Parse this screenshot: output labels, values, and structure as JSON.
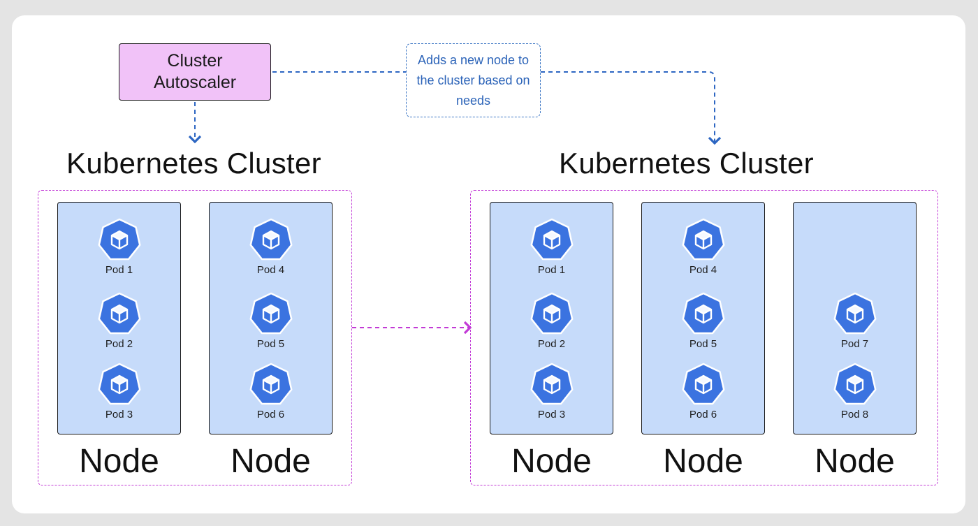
{
  "autoscaler": {
    "label": "Cluster Autoscaler"
  },
  "note": {
    "text": "Adds a new node to the cluster based on needs"
  },
  "colors": {
    "autoscaler_fill": "#f1c2f8",
    "node_fill": "#c6dbfa",
    "pod_hex": "#3b73e0",
    "blue_arrow": "#2d66c2",
    "magenta_arrow": "#c23ad6"
  },
  "icons": {
    "pod": "kubernetes-pod-cube-icon"
  },
  "clusters": [
    {
      "title": "Kubernetes Cluster",
      "nodes": [
        {
          "label": "Node",
          "pods": [
            {
              "slot": 0,
              "label": "Pod 1"
            },
            {
              "slot": 1,
              "label": "Pod 2"
            },
            {
              "slot": 2,
              "label": "Pod 3"
            }
          ]
        },
        {
          "label": "Node",
          "pods": [
            {
              "slot": 0,
              "label": "Pod 4"
            },
            {
              "slot": 1,
              "label": "Pod 5"
            },
            {
              "slot": 2,
              "label": "Pod 6"
            }
          ]
        }
      ]
    },
    {
      "title": "Kubernetes Cluster",
      "nodes": [
        {
          "label": "Node",
          "pods": [
            {
              "slot": 0,
              "label": "Pod 1"
            },
            {
              "slot": 1,
              "label": "Pod 2"
            },
            {
              "slot": 2,
              "label": "Pod 3"
            }
          ]
        },
        {
          "label": "Node",
          "pods": [
            {
              "slot": 0,
              "label": "Pod 4"
            },
            {
              "slot": 1,
              "label": "Pod 5"
            },
            {
              "slot": 2,
              "label": "Pod 6"
            }
          ]
        },
        {
          "label": "Node",
          "pods": [
            {
              "slot": 1,
              "label": "Pod 7"
            },
            {
              "slot": 2,
              "label": "Pod 8"
            }
          ]
        }
      ]
    }
  ]
}
